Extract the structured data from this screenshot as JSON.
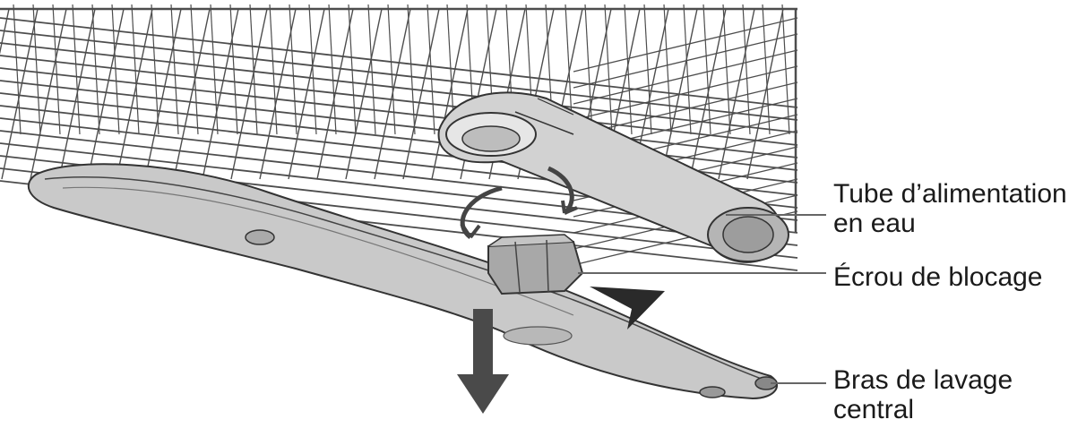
{
  "labels": {
    "tube_line1": "Tube d’alimentation",
    "tube_line2": "en eau",
    "nut": "Écrou de blocage",
    "arm_line1": "Bras de lavage",
    "arm_line2": "central"
  },
  "colors": {
    "rack_wire": "#4d4d4d",
    "part_fill": "#c8c8c8",
    "part_dark": "#9a9a9a",
    "arrow": "#4a4a4a",
    "leader_line": "#666666",
    "text": "#1a1a1a"
  },
  "icons": {
    "removal_arrow": "down-arrow-icon",
    "rotation_arrows": "rotate-arrows-icon",
    "pointer": "chevron-pointer-icon"
  }
}
